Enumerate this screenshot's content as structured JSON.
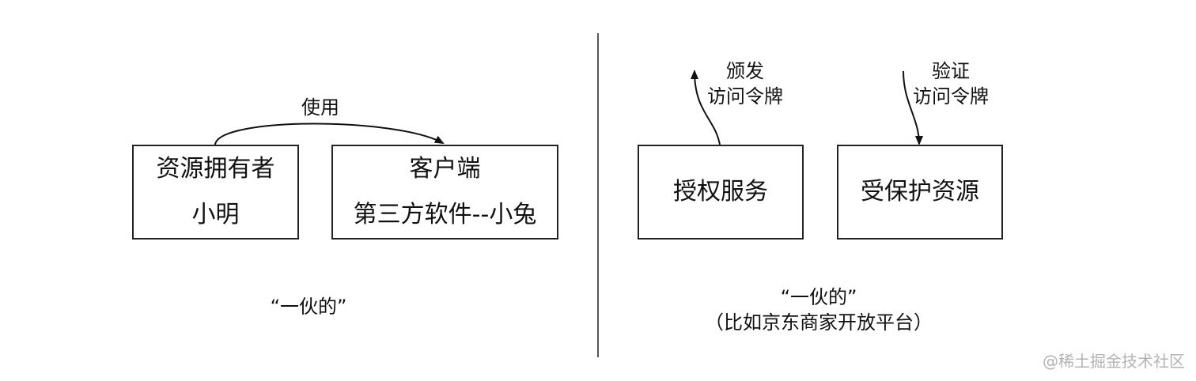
{
  "left_group": {
    "edge_label": "使用",
    "owner_box": {
      "line1": "资源拥有者",
      "line2": "小明"
    },
    "client_box": {
      "line1": "客户端",
      "line2": "第三方软件--小兔"
    },
    "caption": "“一伙的”"
  },
  "right_group": {
    "issue_label": {
      "line1": "颁发",
      "line2": "访问令牌"
    },
    "verify_label": {
      "line1": "验证",
      "line2": "访问令牌"
    },
    "auth_box": {
      "label": "授权服务"
    },
    "resource_box": {
      "label": "受保护资源"
    },
    "caption": {
      "line1": "“一伙的”",
      "line2": "（比如京东商家开放平台）"
    }
  },
  "watermark": "@稀土掘金技术社区"
}
